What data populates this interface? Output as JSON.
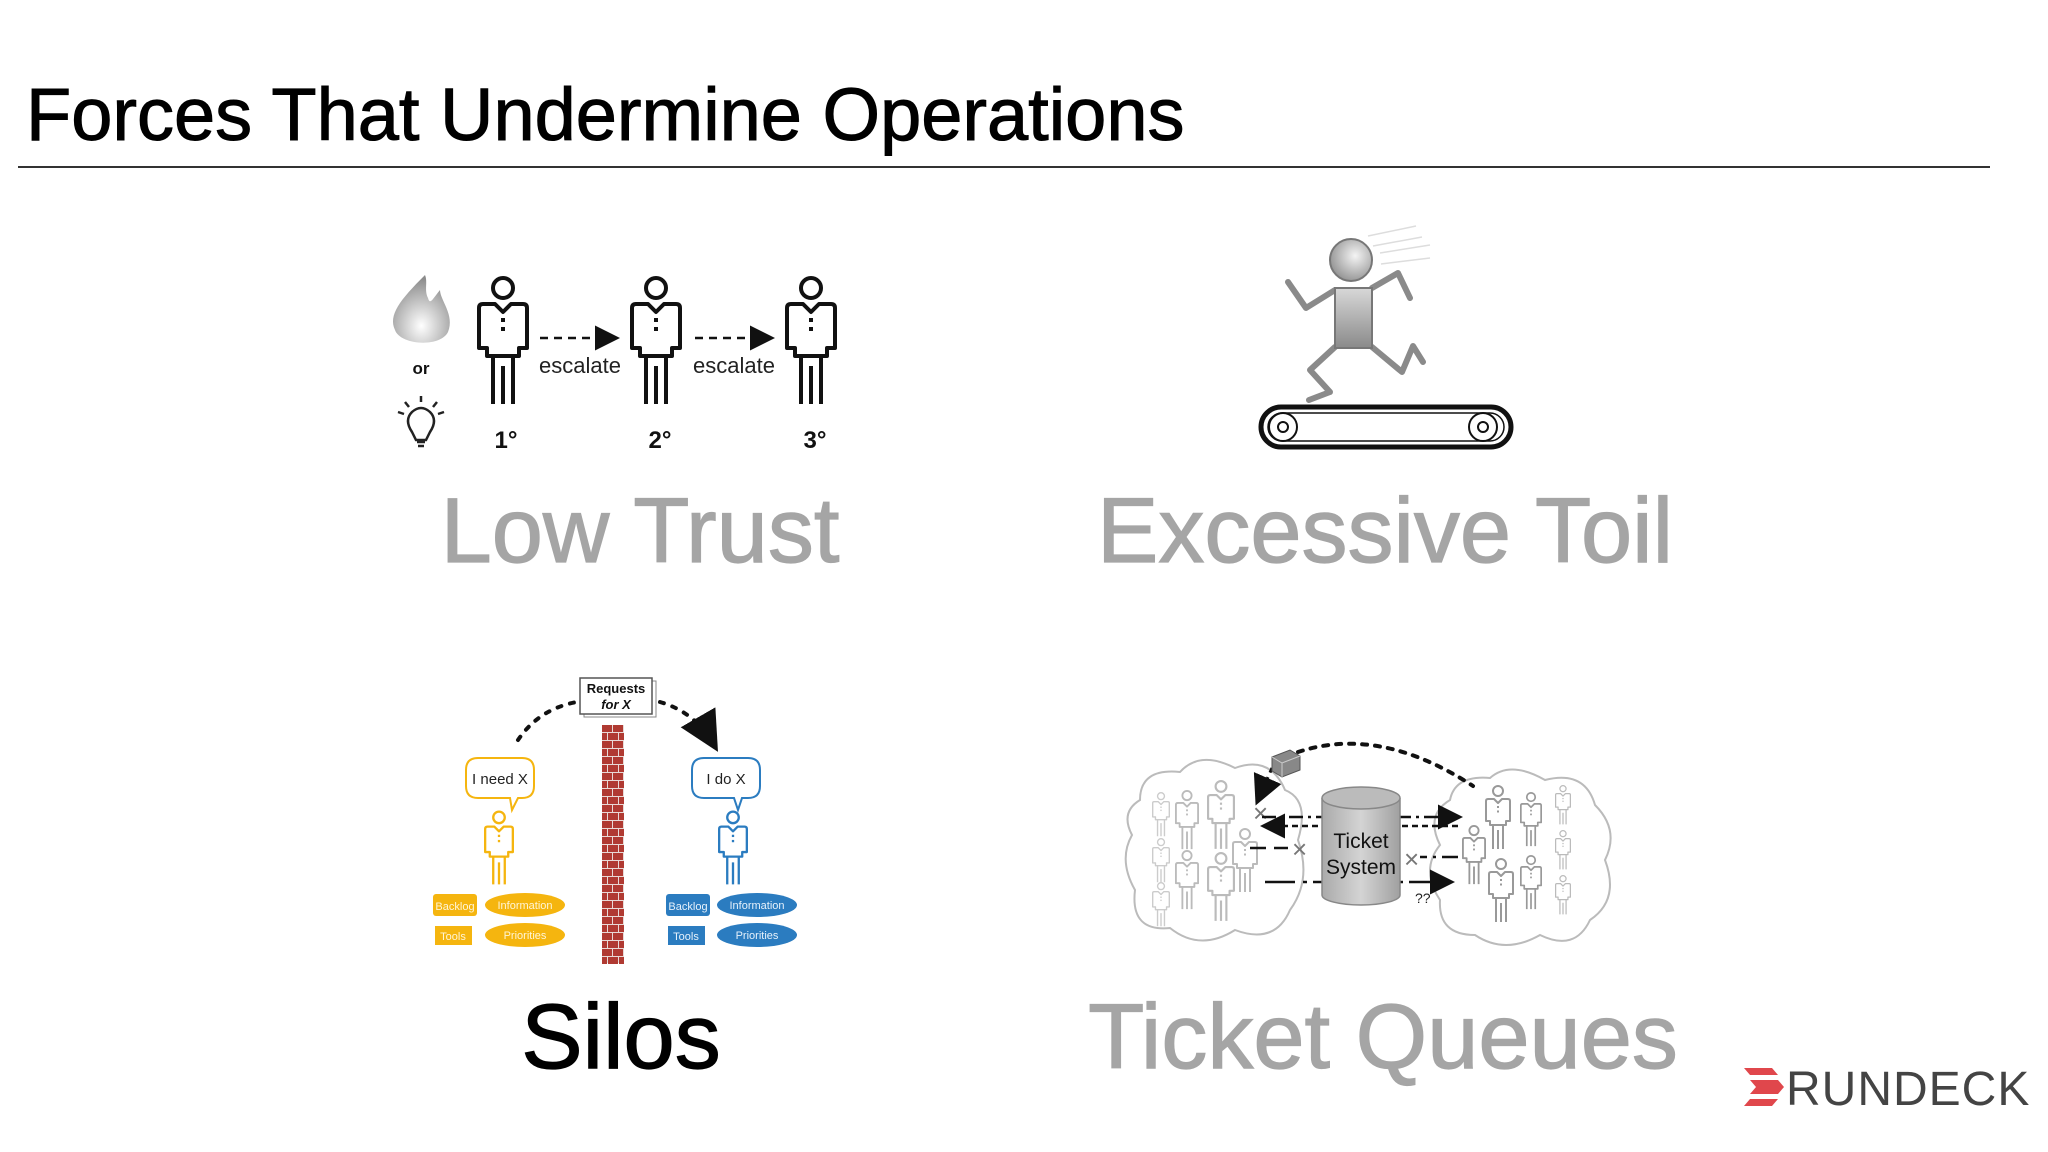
{
  "slide": {
    "title": "Forces That Undermine Operations",
    "quadrants": [
      {
        "label": "Low Trust",
        "highlighted": false
      },
      {
        "label": "Excessive Toil",
        "highlighted": false
      },
      {
        "label": "Silos",
        "highlighted": true
      },
      {
        "label": "Ticket Queues",
        "highlighted": false
      }
    ]
  },
  "low_trust_diagram": {
    "or_label": "or",
    "escalate_label_1": "escalate",
    "escalate_label_2": "escalate",
    "tiers": [
      "1°",
      "2°",
      "3°"
    ],
    "icons": [
      "fire-icon",
      "lightbulb-icon",
      "person-icon"
    ]
  },
  "toil_diagram": {
    "icons": [
      "running-man-icon",
      "conveyor-belt-icon"
    ]
  },
  "silos_diagram": {
    "requests_line1": "Requests",
    "requests_line2": "for X",
    "left_bubble": "I need X",
    "right_bubble": "I do X",
    "left_items": [
      "Backlog",
      "Information",
      "Tools",
      "Priorities"
    ],
    "right_items": [
      "Backlog",
      "Information",
      "Tools",
      "Priorities"
    ],
    "colors": {
      "left": "#f5b50f",
      "right": "#2b7cc0",
      "wall": "#b03a32"
    }
  },
  "ticket_diagram": {
    "system_line1": "Ticket",
    "system_line2": "System",
    "unknown_label": "??"
  },
  "logo": {
    "text": "RUNDECK",
    "color_mark": "#e0474c",
    "color_text": "#444444"
  }
}
